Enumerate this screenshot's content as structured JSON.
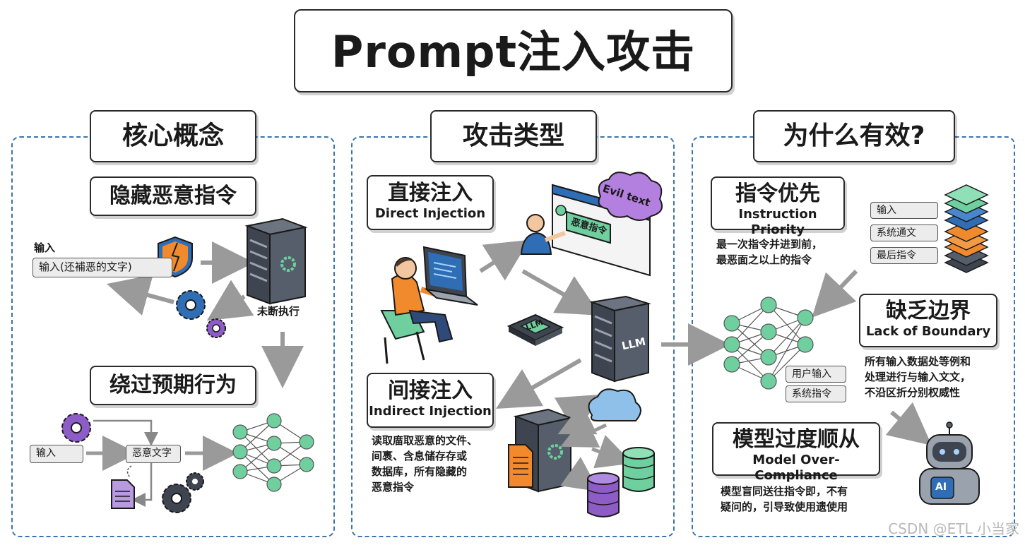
{
  "title": "Prompt注入攻击",
  "colors": {
    "panel_border": "#3b73b0",
    "arrow": "#9a9a9a",
    "purple": "#8e5cc7",
    "blue": "#2f6db5",
    "green": "#6fcf9f",
    "orange": "#f08a2c",
    "dark": "#3e4550"
  },
  "core": {
    "heading": "核心概念",
    "hidden": {
      "title": "隐藏恶意指令",
      "input_label": "输入",
      "input_box": "输入(还補恶的文字)",
      "exec_label": "未断执行"
    },
    "bypass": {
      "title": "绕过预期行为",
      "input_tag": "输入",
      "malicious_tag": "恶意文字"
    }
  },
  "types": {
    "heading": "攻击类型",
    "direct": {
      "title_zh": "直接注入",
      "title_en": "Direct Injection",
      "evil_cloud": "Evil text",
      "screen_tag": "恶意指令"
    },
    "chip_label": "LLM",
    "server_label": "LLM",
    "indirect": {
      "title_zh": "间接注入",
      "title_en": "Indirect Injection",
      "desc": [
        "读取庿取恶意的文件、",
        "间褭、含息储存存或",
        "数据库，所有隐藏的",
        "恶意指令"
      ]
    }
  },
  "why": {
    "heading": "为什么有效?",
    "priority": {
      "title_zh": "指令优先",
      "title_en": "Instruction Priority",
      "desc": [
        "最一次指令并进到前，",
        "最恶面之以上的指令"
      ],
      "stack_tags": [
        "输入",
        "系统通文",
        "最后指令"
      ]
    },
    "boundary": {
      "title_zh": "缺乏边界",
      "title_en": "Lack of Boundary",
      "desc": [
        "所有输入数据处等例和",
        "处理进行与输入文文，",
        "不沿区折分别权威性"
      ]
    },
    "net_tags": [
      "用户输入",
      "系统指令"
    ],
    "compliance": {
      "title_zh": "模型过度顺从",
      "title_en": "Model Over-Compliance",
      "desc": [
        "模型盲同送往指令即，不有",
        "疑问的，引导致使用遗使用"
      ]
    },
    "robot_label": "AI"
  },
  "watermark": "CSDN @ETL 小当家"
}
